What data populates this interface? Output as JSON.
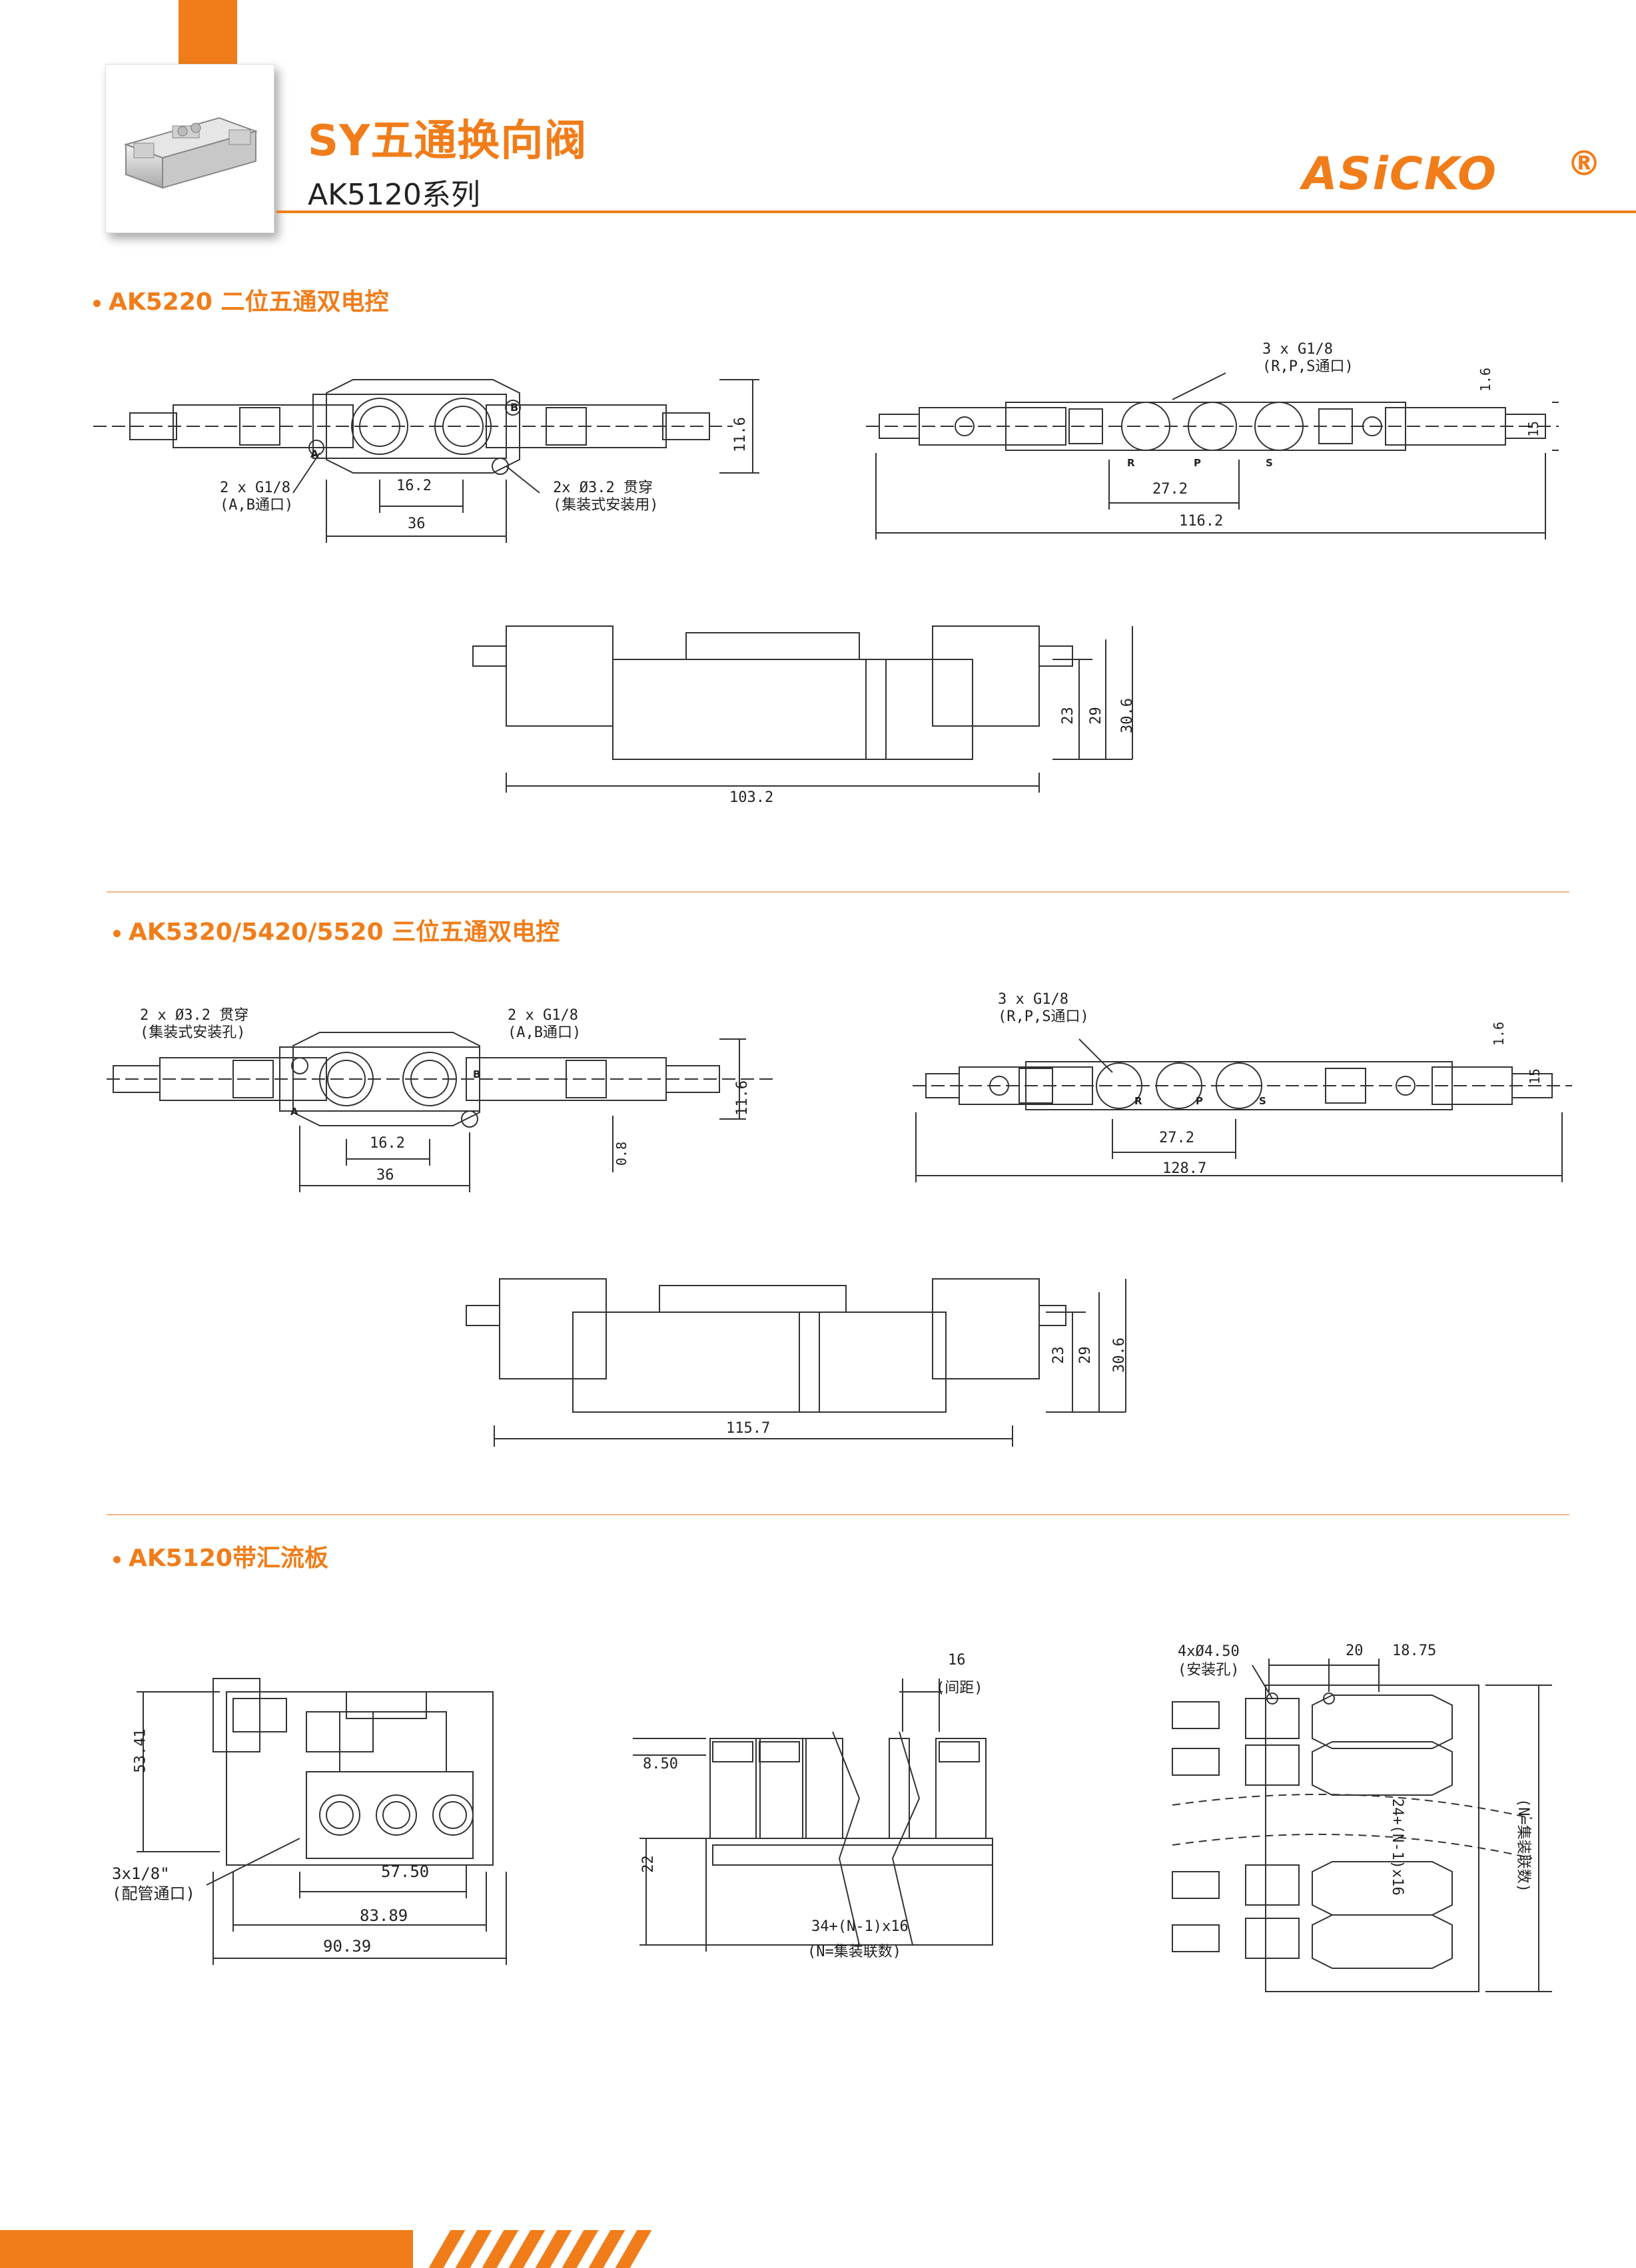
{
  "header": {
    "title": "SY五通换向阀",
    "subtitle": "AK5120系列",
    "brand": "ASiCKO",
    "registered": "®"
  },
  "sections": [
    {
      "heading": "AK5220 二位五通双电控",
      "top_view": {
        "ports_label": "2 x G1/8",
        "ports_sub": "(A,B通口)",
        "hole_label": "2x Ø3.2 贯穿",
        "hole_sub": "(集装式安装用)",
        "dim_pitch": "16.2",
        "dim_span": "36",
        "dim_height": "11.6",
        "mark_a": "A",
        "mark_b": "B"
      },
      "bottom_view": {
        "ports_label": "3 x G1/8",
        "ports_sub": "(R,P,S通口)",
        "dim_pitch": "27.2",
        "dim_length": "116.2",
        "dim_offset": "1.6",
        "dim_width": "15",
        "mark_r": "R",
        "mark_p": "P",
        "mark_s": "S"
      },
      "side_view": {
        "dim_length": "103.2",
        "dim_h1": "23",
        "dim_h2": "29",
        "dim_h3": "30.6"
      }
    },
    {
      "heading": "AK5320/5420/5520 三位五通双电控",
      "top_view": {
        "hole_label": "2 x Ø3.2 贯穿",
        "hole_sub": "(集装式安装孔)",
        "ports_label": "2 x G1/8",
        "ports_sub": "(A,B通口)",
        "dim_pitch": "16.2",
        "dim_span": "36",
        "dim_height": "11.6",
        "dim_small": "0.8",
        "mark_a": "A",
        "mark_b": "B"
      },
      "bottom_view": {
        "ports_label": "3 x G1/8",
        "ports_sub": "(R,P,S通口)",
        "dim_pitch": "27.2",
        "dim_length": "128.7",
        "dim_offset": "1.6",
        "dim_width": "15",
        "mark_r": "R",
        "mark_p": "P",
        "mark_s": "S"
      },
      "side_view": {
        "dim_length": "115.7",
        "dim_h1": "23",
        "dim_h2": "29",
        "dim_h3": "30.6"
      }
    },
    {
      "heading": "AK5120带汇流板",
      "end_view": {
        "dim_height": "53.41",
        "ports_label": "3x1/8\"",
        "ports_sub": "(配管通口)",
        "dim_a": "57.50",
        "dim_b": "83.89",
        "dim_c": "90.39"
      },
      "front_view": {
        "dim_pitch": "16",
        "pitch_label": "(间距)",
        "dim_top": "8.50",
        "dim_base": "22",
        "formula": "34+(N-1)x16",
        "formula_sub": "(N=集装联数)"
      },
      "plan_view": {
        "holes_label": "4xØ4.50",
        "holes_sub": "(安装孔)",
        "dim_a": "20",
        "dim_b": "18.75",
        "formula": "24+(N-1)x16",
        "formula_sub": "(N=集装联数)"
      }
    }
  ],
  "colors": {
    "accent": "#f07d1a",
    "line": "#333333",
    "divider": "#f4b585"
  }
}
